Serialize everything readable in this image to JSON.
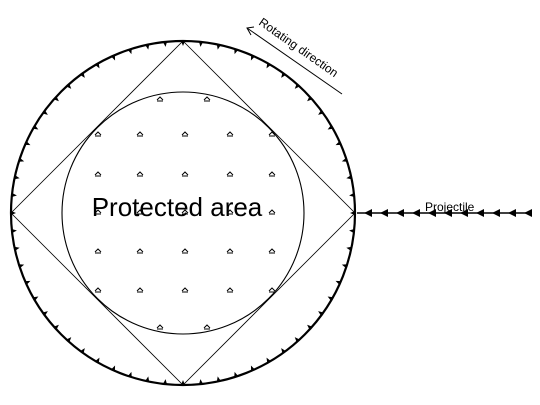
{
  "diagram": {
    "labels": {
      "protected_area": "Protected area",
      "rotating_direction": "Rotating direction",
      "projectile": "Projectile"
    },
    "colors": {
      "stroke": "#000000",
      "background": "#ffffff"
    }
  }
}
